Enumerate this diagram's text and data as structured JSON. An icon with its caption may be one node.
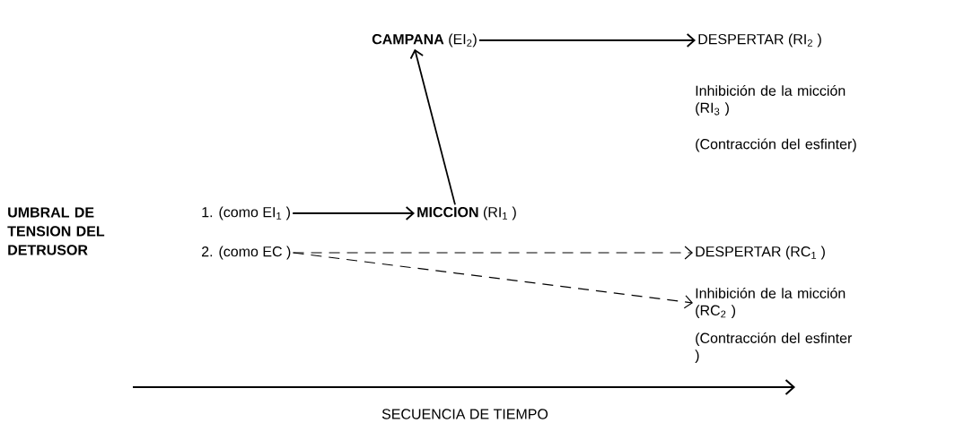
{
  "diagram": {
    "nodes": [
      {
        "text": [
          "**CAMPANA** (EI$_{2}$)"
        ]
      },
      {
        "text": [
          "DESPERTAR (RI$_{2}$ )"
        ],
        "beside": [
          "Inhibición de la micción (RI$_{3}$ )",
          "(Contracción del esfinter)"
        ]
      },
      {
        "text": [
          "1. (como EI$_{1}$ )"
        ]
      },
      {
        "text": [
          "**MICCION** (RI$_{1}$ )"
        ]
      },
      {
        "text": [
          "2. (como EC )"
        ]
      },
      {
        "text": [
          "DESPERTAR (RC$_{1}$ )"
        ]
      },
      {
        "text": [
          "Inhibición de la micción (RC$_{2}$ )"
        ],
        "beside": [
          "(Contracción del esfinter )"
        ]
      }
    ],
    "edges": [
      {
        "from": 0,
        "to": 1,
        "arrow": "to"
      },
      {
        "from": 3,
        "to": 0,
        "arrow": "to"
      },
      {
        "from": 2,
        "to": 3,
        "arrow": "to"
      },
      {
        "from": 4,
        "to": 5,
        "arrow": "to",
        "style": "dashed"
      },
      {
        "from": 4,
        "to": 6,
        "arrow": "to",
        "style": "dashed"
      }
    ],
    "labels": [
      "UMBRAL DE TENSION DEL DETRUSOR",
      "SECUENCIA DE TIEMPO"
    ]
  }
}
